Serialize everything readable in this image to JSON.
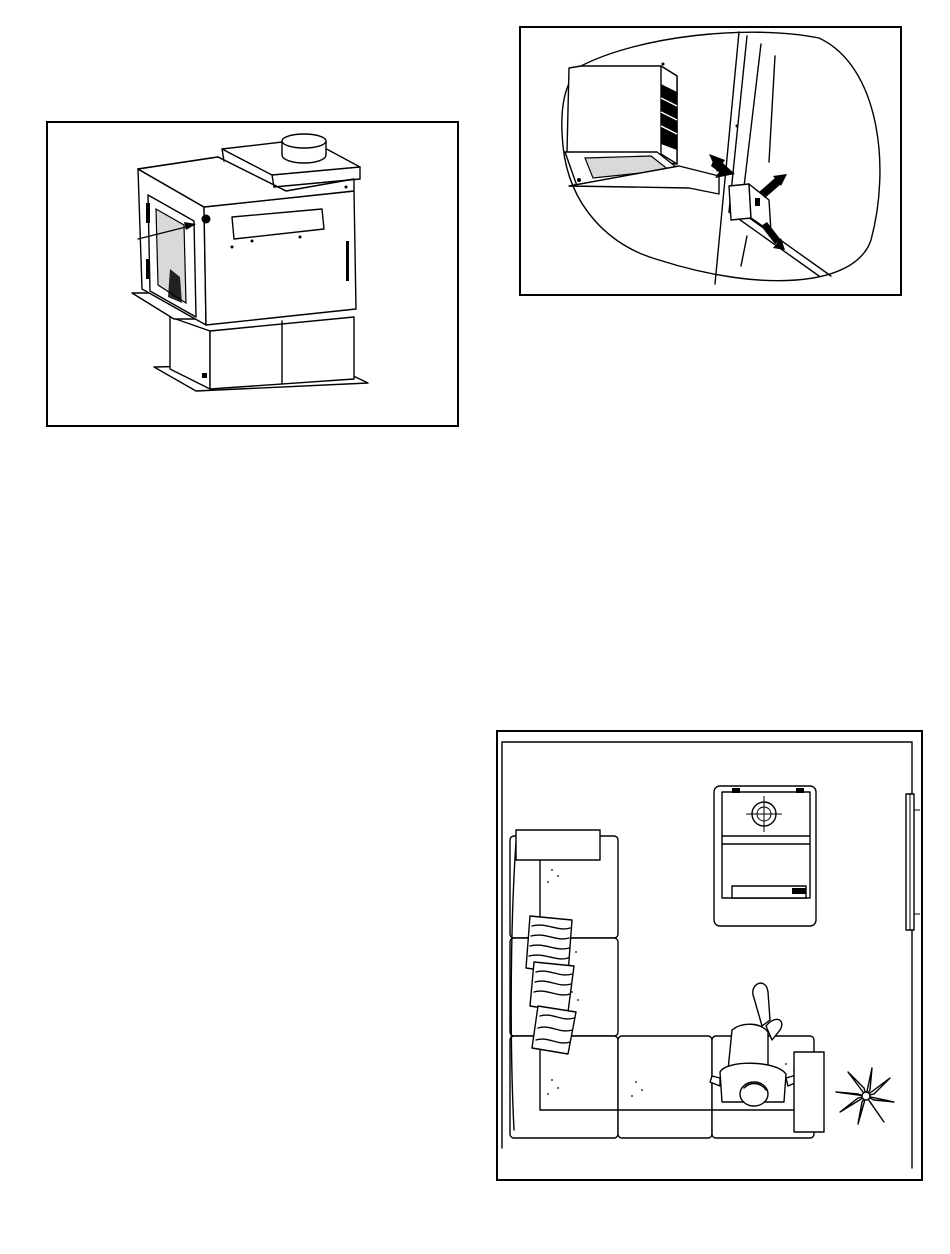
{
  "figures": {
    "stove": {
      "icon": "wood-stove-illustration",
      "frame_color": "#000000"
    },
    "damper": {
      "icon": "damper-closeup-illustration",
      "frame_color": "#000000"
    },
    "room": {
      "icon": "room-floor-plan-illustration",
      "frame_color": "#000000"
    }
  }
}
